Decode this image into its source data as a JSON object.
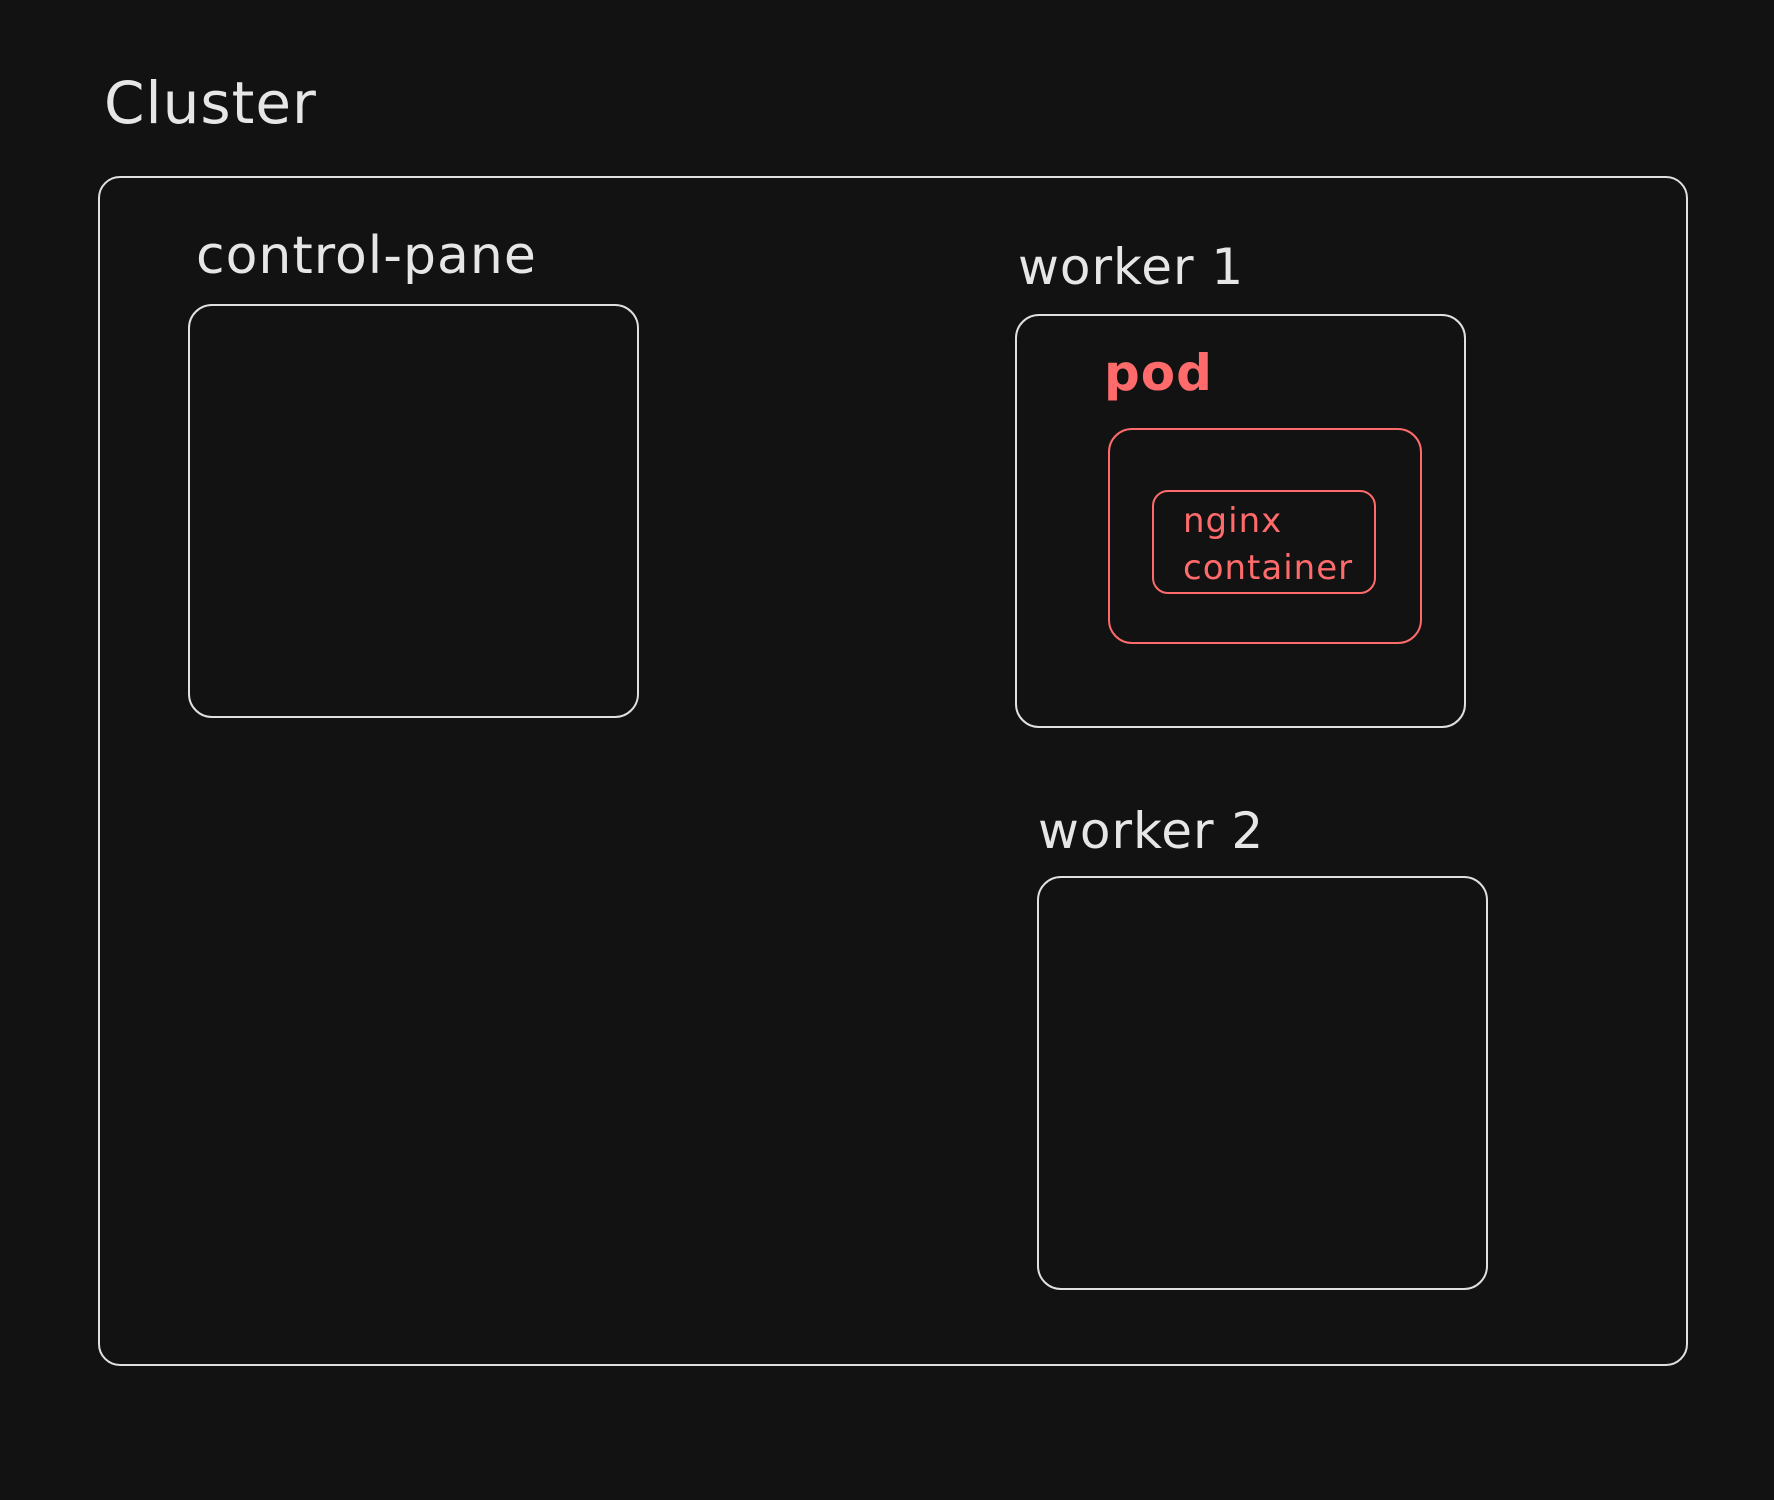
{
  "colors": {
    "background": "#121212",
    "stroke": "#e0e0e0",
    "text": "#e6e6e6",
    "accent": "#ff6b6b"
  },
  "cluster": {
    "title": "Cluster"
  },
  "control_pane": {
    "title": "control-pane"
  },
  "worker1": {
    "title": "worker 1",
    "pod": {
      "title": "pod",
      "container": {
        "name": "nginx",
        "type": "container"
      }
    }
  },
  "worker2": {
    "title": "worker 2"
  }
}
